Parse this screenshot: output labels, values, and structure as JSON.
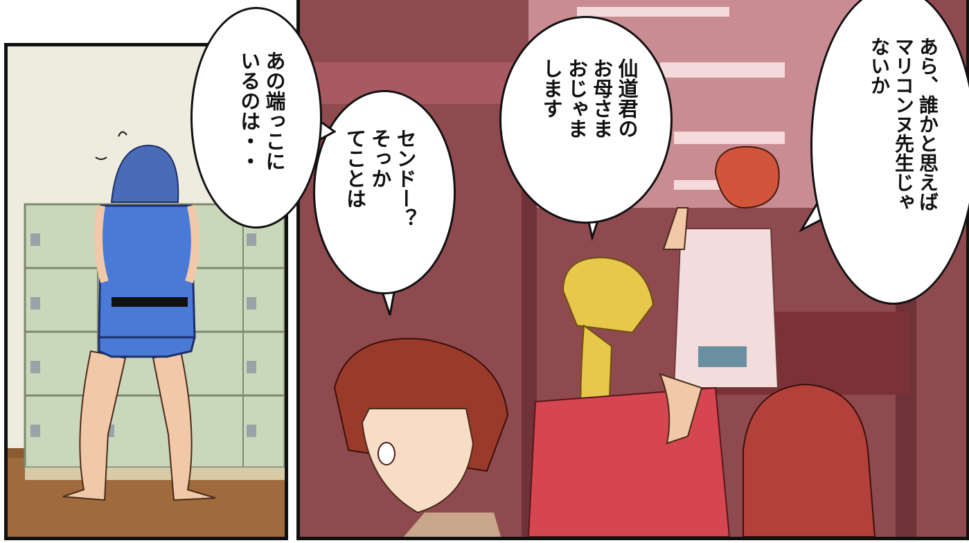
{
  "panels": {
    "left": {
      "speech": [
        "あの端っこに",
        "いるのは・・"
      ]
    },
    "right": {
      "speech_sendo": [
        "センドー？",
        "そっか",
        "てことは"
      ],
      "speech_mother": [
        "仙道君の",
        "お母さま",
        "おじゃま",
        "します"
      ],
      "speech_marikonnu": [
        "あら、誰かと思えば",
        "マリコンヌ先生じゃ",
        "ないか"
      ]
    }
  },
  "colors": {
    "wall_left": "#efece0",
    "locker": "#cfdcc0",
    "floor": "#9c6a3a",
    "room_red": "#8f4a50",
    "yukata_blue": "#4a7ad8"
  }
}
